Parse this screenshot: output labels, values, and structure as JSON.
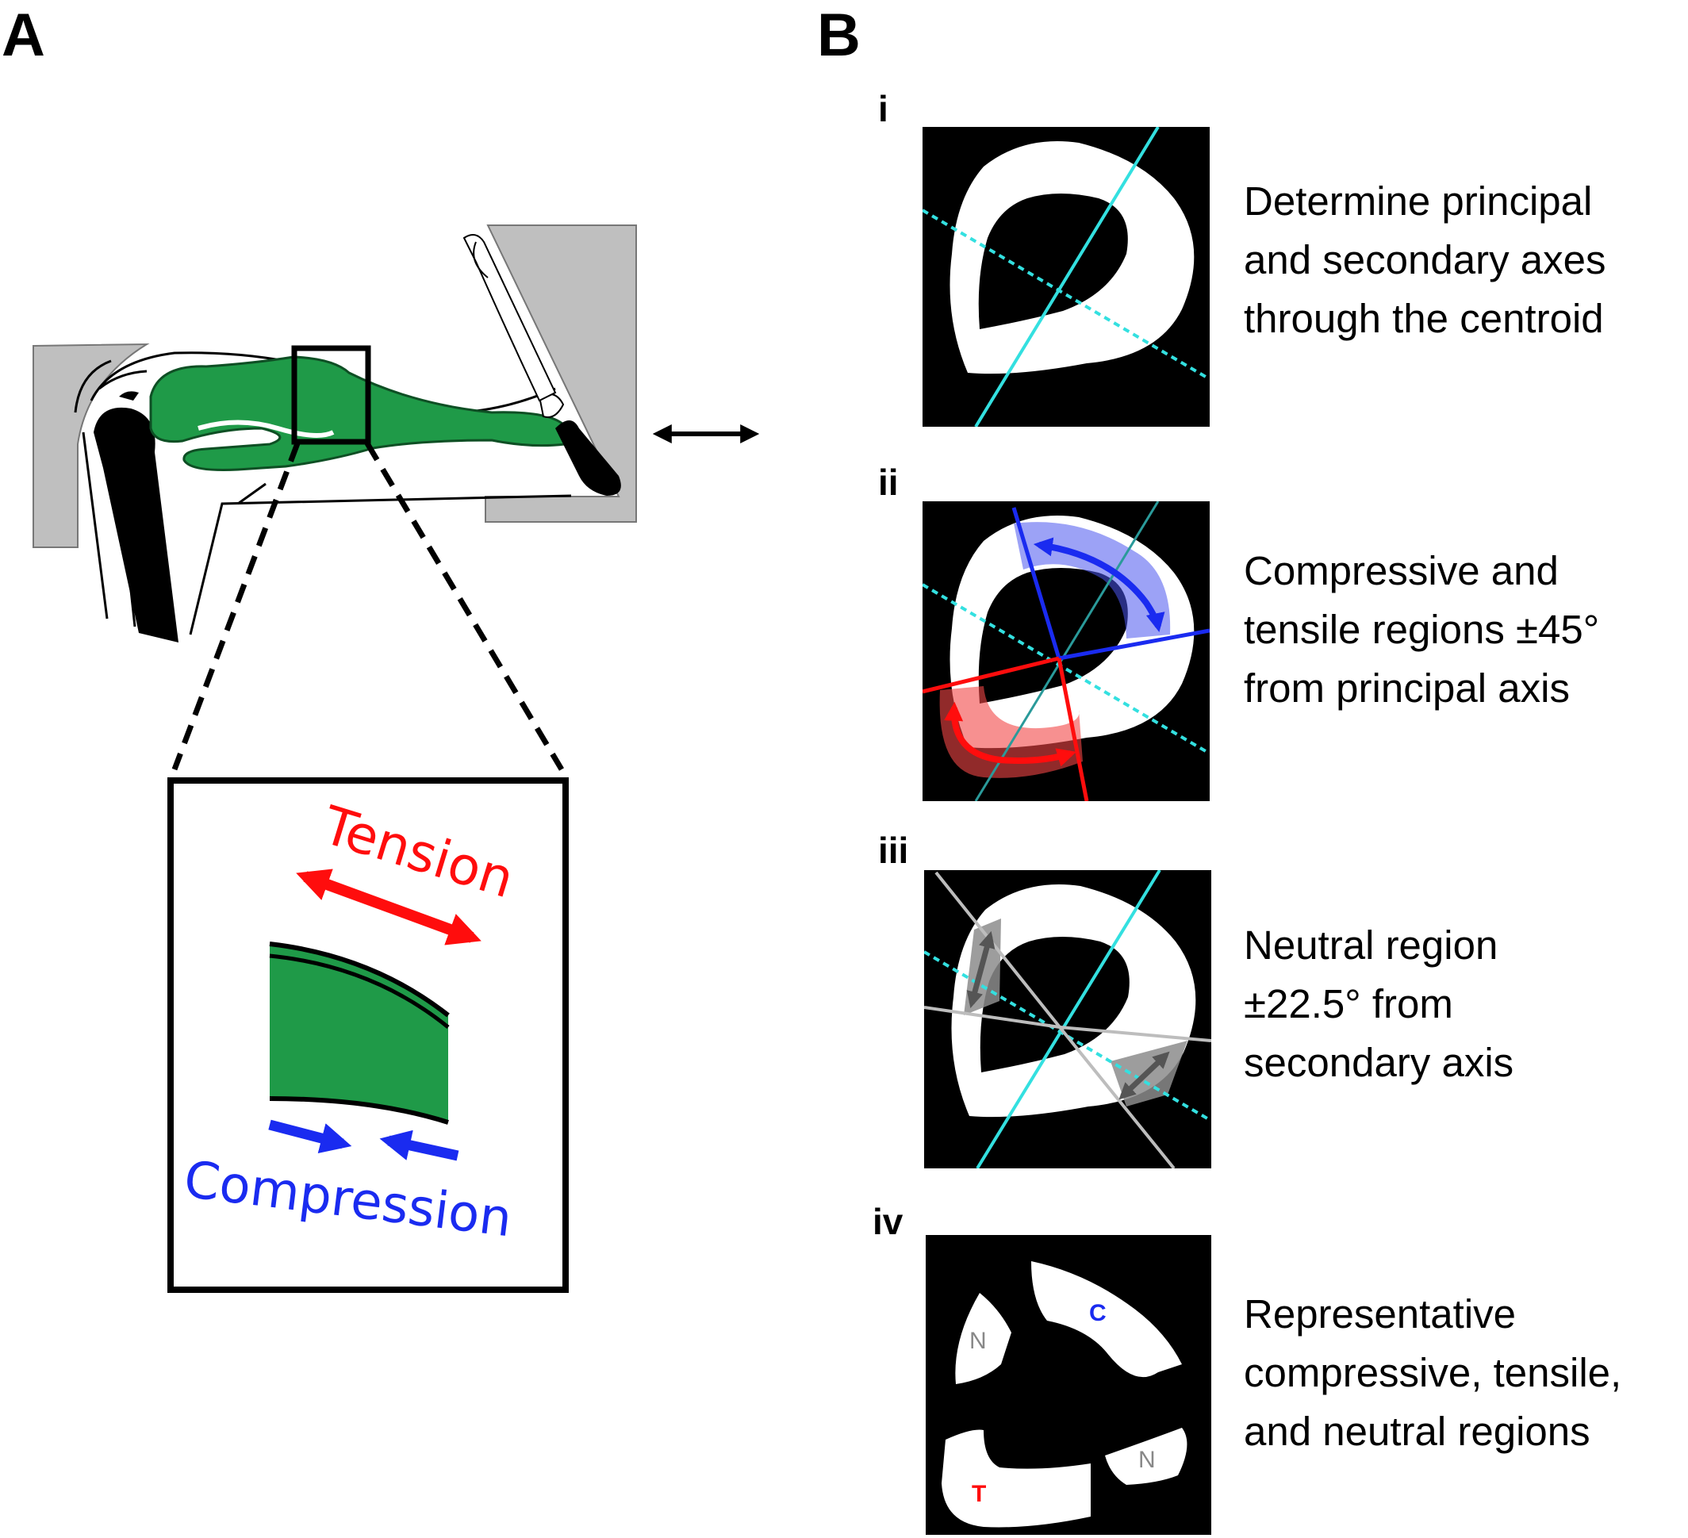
{
  "panels": {
    "a": {
      "letter": "A"
    },
    "b": {
      "letter": "B"
    }
  },
  "inset": {
    "tension": "Tension",
    "compression": "Compression"
  },
  "steps": [
    {
      "num": "i",
      "lines": [
        "Determine principal",
        "and secondary axes",
        "through the centroid"
      ]
    },
    {
      "num": "ii",
      "lines": [
        "Compressive and",
        "tensile regions ±45°",
        "from principal axis"
      ]
    },
    {
      "num": "iii",
      "lines": [
        "Neutral region",
        "±22.5° from",
        "secondary axis"
      ]
    },
    {
      "num": "iv",
      "lines": [
        "Representative",
        "compressive, tensile,",
        "and neutral regions"
      ]
    }
  ],
  "region_labels": {
    "compressive": "C",
    "tensile": "T",
    "neutral": "N"
  },
  "colors": {
    "bone": "#1f9a48",
    "tension": "#ff0d0d",
    "compression": "#1a2bf0",
    "principal_axis": "#33e0e0",
    "fixture": "#bfbfbf",
    "neutral": "#c8c8c8"
  }
}
